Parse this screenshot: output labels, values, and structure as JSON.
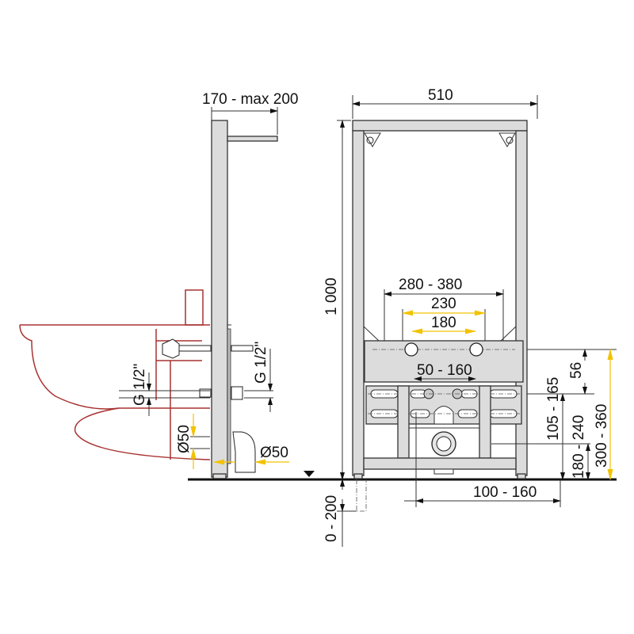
{
  "dimensions": {
    "side_depth": "170 - max 200",
    "width": "510",
    "height": "1 000",
    "fixing_spacing": "280 - 380",
    "valve_spacing_max": "230",
    "valve_spacing_min": "180",
    "supply_spacing": "50 - 160",
    "supply_offset": "56",
    "supply_height": "105 - 165",
    "valve_height": "300 - 360",
    "drain_height": "180 - 240",
    "drain_offset": "100 - 160",
    "foot_adjust": "0 - 200"
  },
  "side_view": {
    "thread_left": "G 1/2\"",
    "thread_right": "G 1/2\"",
    "drain_diameter_left": "Ø50",
    "drain_diameter_right": "Ø50"
  },
  "colors": {
    "frame": "#dcdcdc",
    "bidet": "#a83232",
    "accent": "#f2c200"
  }
}
